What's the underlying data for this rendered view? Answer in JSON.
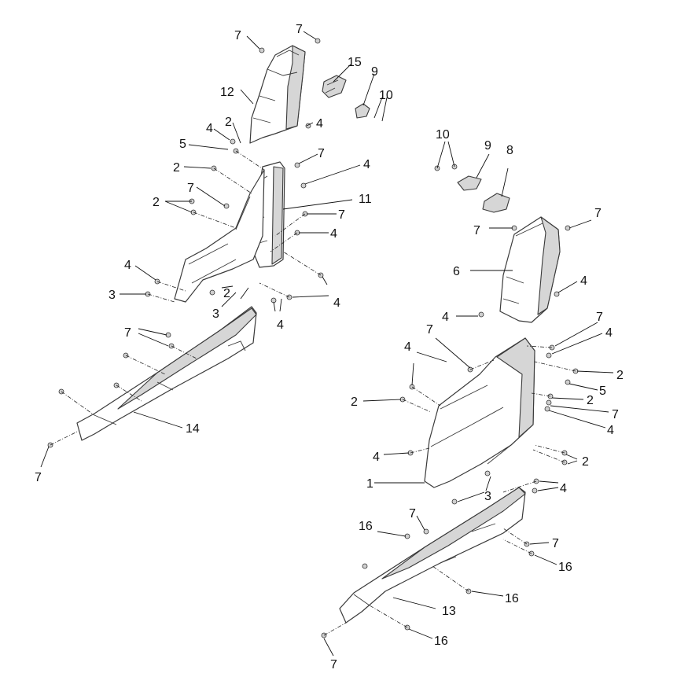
{
  "callouts": [
    {
      "id": "c-7-a",
      "text": "7"
    },
    {
      "id": "c-7-b",
      "text": "7"
    },
    {
      "id": "c-15",
      "text": "15"
    },
    {
      "id": "c-9-a",
      "text": "9"
    },
    {
      "id": "c-10-a",
      "text": "10"
    },
    {
      "id": "c-12",
      "text": "12"
    },
    {
      "id": "c-4-a",
      "text": "4"
    },
    {
      "id": "c-2-a",
      "text": "2"
    },
    {
      "id": "c-4-b",
      "text": "4"
    },
    {
      "id": "c-5-a",
      "text": "5"
    },
    {
      "id": "c-7-c",
      "text": "7"
    },
    {
      "id": "c-2-b",
      "text": "2"
    },
    {
      "id": "c-4-c",
      "text": "4"
    },
    {
      "id": "c-7-d",
      "text": "7"
    },
    {
      "id": "c-11",
      "text": "11"
    },
    {
      "id": "c-2-c",
      "text": "2"
    },
    {
      "id": "c-7-e",
      "text": "7"
    },
    {
      "id": "c-4-d",
      "text": "4"
    },
    {
      "id": "c-4-e",
      "text": "4"
    },
    {
      "id": "c-3-a",
      "text": "3"
    },
    {
      "id": "c-2-d",
      "text": "2"
    },
    {
      "id": "c-3-b",
      "text": "3"
    },
    {
      "id": "c-4-f",
      "text": "4"
    },
    {
      "id": "c-4-g",
      "text": "4"
    },
    {
      "id": "c-7-f",
      "text": "7"
    },
    {
      "id": "c-14",
      "text": "14"
    },
    {
      "id": "c-7-g",
      "text": "7"
    },
    {
      "id": "c-10-b",
      "text": "10"
    },
    {
      "id": "c-9-b",
      "text": "9"
    },
    {
      "id": "c-8",
      "text": "8"
    },
    {
      "id": "c-7-h",
      "text": "7"
    },
    {
      "id": "c-7-i",
      "text": "7"
    },
    {
      "id": "c-6",
      "text": "6"
    },
    {
      "id": "c-4-h",
      "text": "4"
    },
    {
      "id": "c-4-i",
      "text": "4"
    },
    {
      "id": "c-7-j",
      "text": "7"
    },
    {
      "id": "c-7-k",
      "text": "7"
    },
    {
      "id": "c-4-j",
      "text": "4"
    },
    {
      "id": "c-4-k",
      "text": "4"
    },
    {
      "id": "c-2-e",
      "text": "2"
    },
    {
      "id": "c-5-b",
      "text": "5"
    },
    {
      "id": "c-2-f",
      "text": "2"
    },
    {
      "id": "c-2-g",
      "text": "2"
    },
    {
      "id": "c-7-l",
      "text": "7"
    },
    {
      "id": "c-4-l",
      "text": "4"
    },
    {
      "id": "c-4-m",
      "text": "4"
    },
    {
      "id": "c-2-h",
      "text": "2"
    },
    {
      "id": "c-1",
      "text": "1"
    },
    {
      "id": "c-3-c",
      "text": "3"
    },
    {
      "id": "c-4-n",
      "text": "4"
    },
    {
      "id": "c-7-m",
      "text": "7"
    },
    {
      "id": "c-16-a",
      "text": "16"
    },
    {
      "id": "c-7-n",
      "text": "7"
    },
    {
      "id": "c-16-b",
      "text": "16"
    },
    {
      "id": "c-16-c",
      "text": "16"
    },
    {
      "id": "c-13",
      "text": "13"
    },
    {
      "id": "c-16-d",
      "text": "16"
    },
    {
      "id": "c-7-o",
      "text": "7"
    }
  ]
}
